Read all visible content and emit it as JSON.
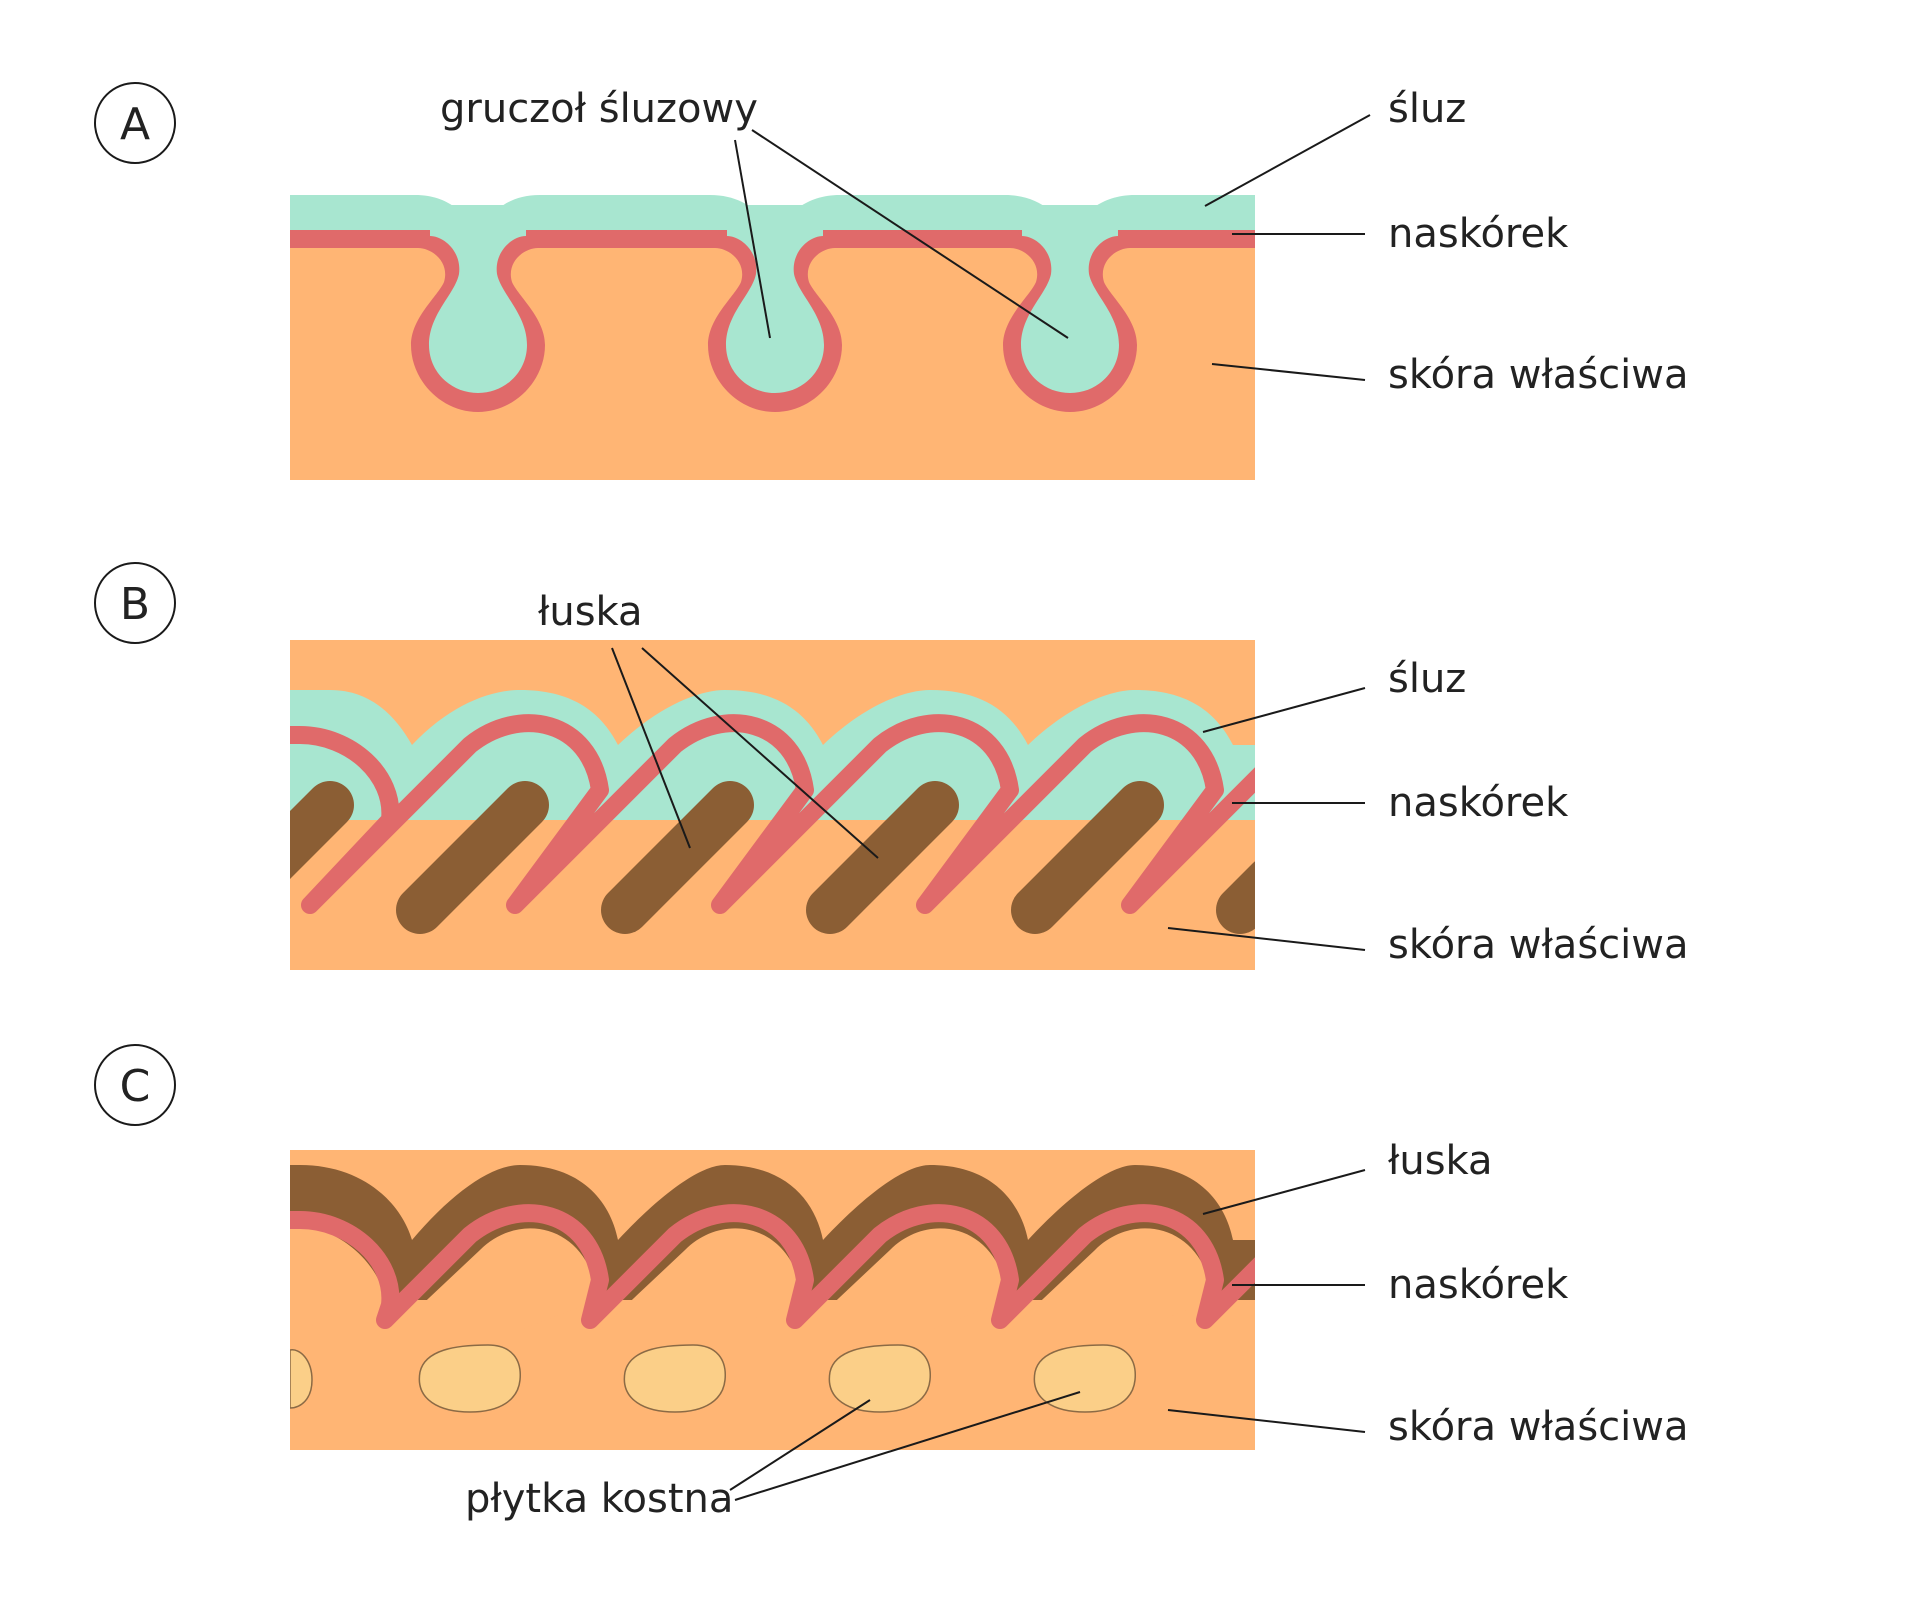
{
  "colors": {
    "mucus": "#A8E6D0",
    "epidermis": "#E06A6A",
    "dermis": "#FFB574",
    "scale": "#8B5E34",
    "bone_plate": "#FBCF88",
    "bone_outline": "#8B6A45"
  },
  "panels": [
    {
      "badge": "A",
      "labels": {
        "gland": "gruczoł śluzowy",
        "mucus": "śluz",
        "epidermis": "naskórek",
        "dermis": "skóra właściwa"
      }
    },
    {
      "badge": "B",
      "labels": {
        "scale": "łuska",
        "mucus": "śluz",
        "epidermis": "naskórek",
        "dermis": "skóra właściwa"
      }
    },
    {
      "badge": "C",
      "labels": {
        "scale": "łuska",
        "epidermis": "naskórek",
        "dermis": "skóra właściwa",
        "bone_plate": "płytka kostna"
      }
    }
  ]
}
